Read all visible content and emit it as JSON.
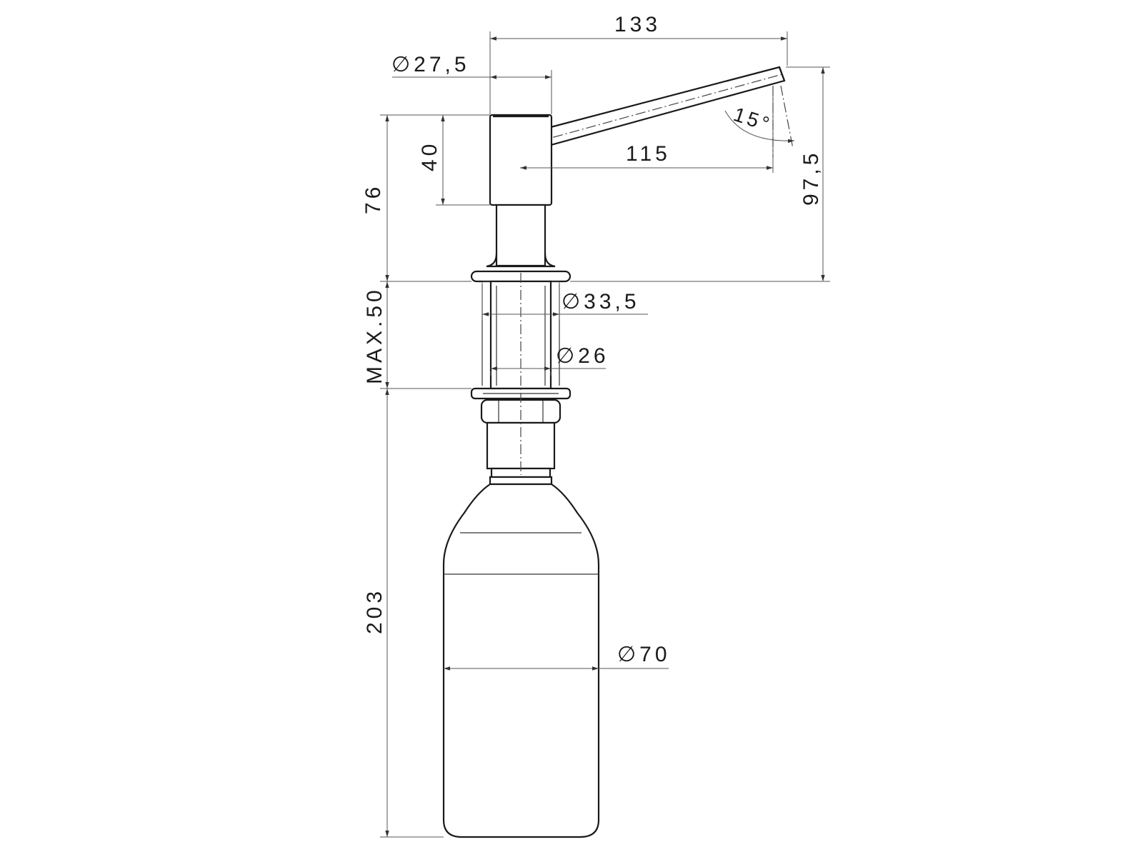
{
  "drawing": {
    "dimensions": {
      "spout_length": "133",
      "head_diameter": "∅27,5",
      "head_height": "40",
      "top_height": "76",
      "spout_reach": "115",
      "spout_angle": "15°",
      "total_height": "97,5",
      "flange_diameter": "∅33,5",
      "shank_diameter": "∅26",
      "max_thickness": "MAX.50",
      "bottle_height": "203",
      "bottle_diameter": "∅70"
    },
    "colors": {
      "line": "#1a1a1a",
      "dimension": "#555555",
      "background": "#ffffff"
    }
  }
}
